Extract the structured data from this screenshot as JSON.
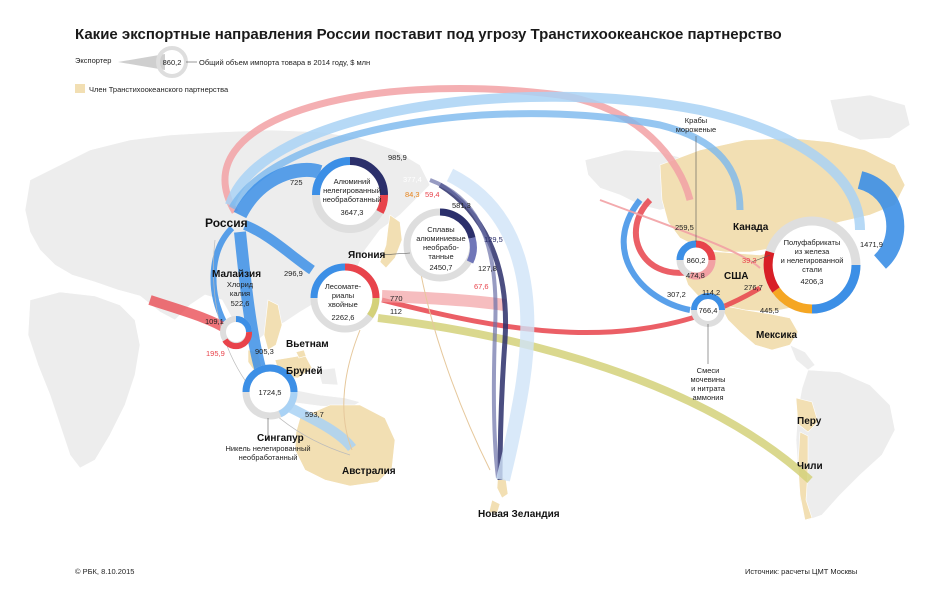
{
  "title": "Какие экспортные направления России поставит под угрозу Транстихоокеанское партнерство",
  "legend": {
    "exporter": "Экспортер",
    "sample_value": "860,2",
    "import_volume": "Общий объем импорта товара в 2014 году, $ млн",
    "tpp_member": "Член Транстихоокеанского партнерства"
  },
  "countries": {
    "russia": "Россия",
    "japan": "Япония",
    "malaysia": "Малайзия",
    "vietnam": "Вьетнам",
    "brunei": "Бруней",
    "singapore": "Сингапур",
    "australia": "Австралия",
    "new_zealand": "Новая Зеландия",
    "canada": "Канада",
    "usa": "США",
    "mexico": "Мексика",
    "peru": "Перу",
    "chile": "Чили"
  },
  "goods": {
    "aluminium_l1": "Алюминий",
    "aluminium_l2": "нелегированный",
    "aluminium_l3": "необработанный",
    "aluminium_total": "3647,3",
    "alloys_l1": "Сплавы",
    "alloys_l2": "алюминиевые",
    "alloys_l3": "необрабо-",
    "alloys_l4": "танные",
    "alloys_total": "2450,7",
    "timber_l1": "Лесомате-",
    "timber_l2": "риалы",
    "timber_l3": "хвойные",
    "timber_total": "2262,6",
    "potash_l1": "Хлорид",
    "potash_l2": "калия",
    "potash_total": "522,6",
    "nickel_l1": "Никель нелегированный",
    "nickel_l2": "необработанный",
    "nickel_total": "1724,5",
    "crabs_l1": "Крабы",
    "crabs_l2": "мороженые",
    "crabs_total": "860,2",
    "semi_l1": "Полуфабрикаты",
    "semi_l2": "из железа",
    "semi_l3": "и нелегированной",
    "semi_l4": "стали",
    "semi_total": "4206,3",
    "urea_l1": "Смеси",
    "urea_l2": "мочевины",
    "urea_l3": "и нитрата",
    "urea_l4": "аммония",
    "urea_total": "766,4"
  },
  "values": {
    "v725": "725",
    "v985_9": "985,9",
    "v377_4": "377,4",
    "v84_3": "84,3",
    "v59_4": "59,4",
    "v581_3": "581,3",
    "v129_5": "129,5",
    "v127_8": "127,8",
    "v67_6": "67,6",
    "v296_9": "296,9",
    "v770": "770",
    "v112": "112",
    "v109_1": "109,1",
    "v195_9": "195,9",
    "v905_3": "905,3",
    "v593_7": "593,7",
    "v259_5": "259,5",
    "v474_8": "474,8",
    "v307_2": "307,2",
    "v114_2": "114,2",
    "v39_3": "39,3",
    "v276_7": "276,7",
    "v445_5": "445,5",
    "v1471_9": "1471,9"
  },
  "footer": {
    "copyright": "© РБК, 8.10.2015",
    "source": "Источник: расчеты ЦМТ Москвы"
  },
  "colors": {
    "tpp": "#f2dfb3",
    "blue": "#3c8fe6",
    "light_blue": "#a9d2f5",
    "red": "#e8434b",
    "pink": "#f2a1a4",
    "olive": "#d4d17a",
    "navy": "#2b2f6b",
    "orange": "#f5a623",
    "ring": "#dedede"
  }
}
